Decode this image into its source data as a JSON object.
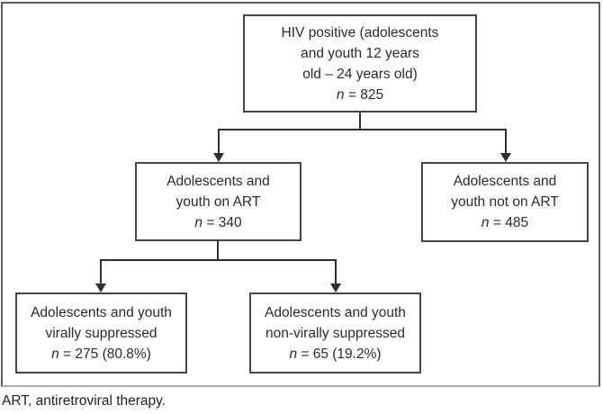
{
  "diagram": {
    "boxes": {
      "root": {
        "lines": [
          "HIV positive (adolescents",
          "and youth 12 years",
          "old – 24 years old)"
        ],
        "n_italic": "n",
        "n_text": " = 825"
      },
      "on_art": {
        "lines": [
          "Adolescents and",
          "youth on ART"
        ],
        "n_italic": "n",
        "n_text": " = 340"
      },
      "not_on_art": {
        "lines": [
          "Adolescents and",
          "youth not on ART"
        ],
        "n_italic": "n",
        "n_text": " = 485"
      },
      "virally_suppressed": {
        "lines": [
          "Adolescents and youth",
          "virally suppressed"
        ],
        "n_italic": "n",
        "n_text": " = 275 (80.8%)"
      },
      "non_virally_suppressed": {
        "lines": [
          "Adolescents and youth",
          "non-virally suppressed"
        ],
        "n_italic": "n",
        "n_text": " = 65 (19.2%)"
      }
    },
    "footnote": "ART, antiretroviral therapy.",
    "colors": {
      "box_border": "#454545",
      "frame_dark": "#5e5e5e",
      "frame_light": "#ababab",
      "connector": "#2f2f2f",
      "text": "#2b2b2b"
    }
  }
}
